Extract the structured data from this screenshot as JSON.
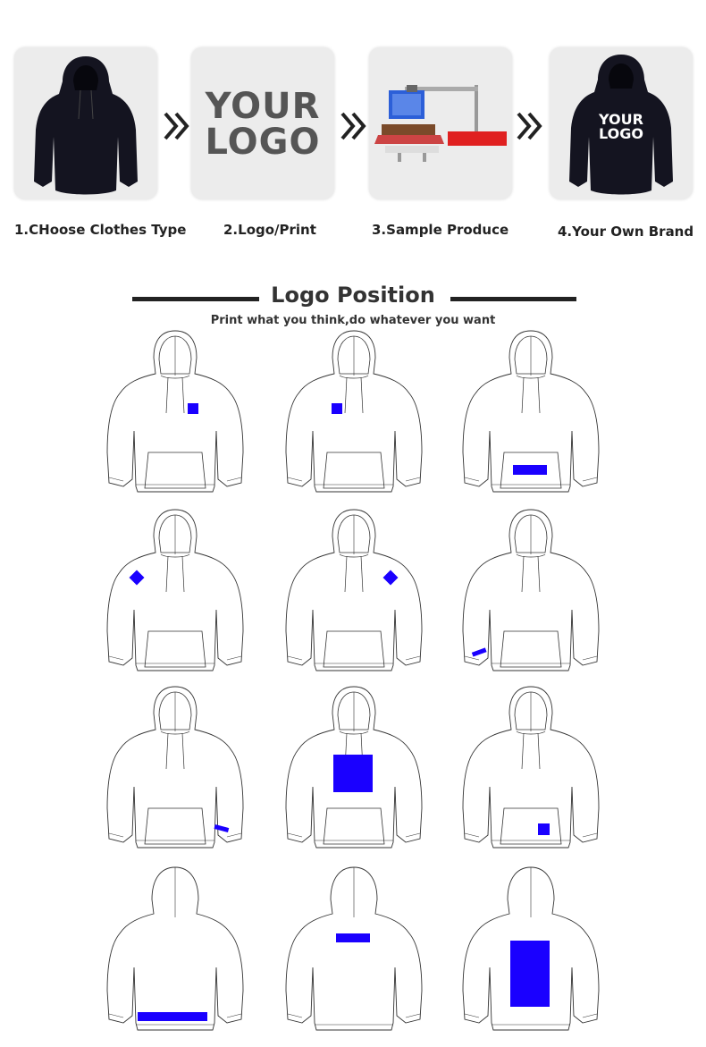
{
  "steps": [
    {
      "label": "1.CHoose Clothes Type",
      "image": "black-hoodie-photo"
    },
    {
      "label": "2.Logo/Print",
      "image": "your-logo-text",
      "logo_line1": "YOUR",
      "logo_line2": "LOGO"
    },
    {
      "label": "3.Sample Produce",
      "image": "heat-press-machine-photo"
    },
    {
      "label": "4.Your Own Brand",
      "image": "branded-hoodie-photo",
      "logo_line1": "YOUR",
      "logo_line2": "LOGO"
    }
  ],
  "arrow_icon": "double-chevron-right-icon",
  "section": {
    "title": "Logo Position",
    "subtitle": "Print what you think,do whatever you want"
  },
  "highlight_color": "#1a00ff",
  "positions": [
    {
      "view": "front",
      "placement": "left-chest"
    },
    {
      "view": "front",
      "placement": "right-chest"
    },
    {
      "view": "front",
      "placement": "pocket"
    },
    {
      "view": "front",
      "placement": "right-shoulder"
    },
    {
      "view": "front",
      "placement": "left-shoulder"
    },
    {
      "view": "front",
      "placement": "right-cuff"
    },
    {
      "view": "front",
      "placement": "left-cuff"
    },
    {
      "view": "front",
      "placement": "center-chest-large"
    },
    {
      "view": "front",
      "placement": "pocket-corner"
    },
    {
      "view": "back",
      "placement": "back-hem"
    },
    {
      "view": "back",
      "placement": "back-neck"
    },
    {
      "view": "back",
      "placement": "back-center-large"
    }
  ]
}
